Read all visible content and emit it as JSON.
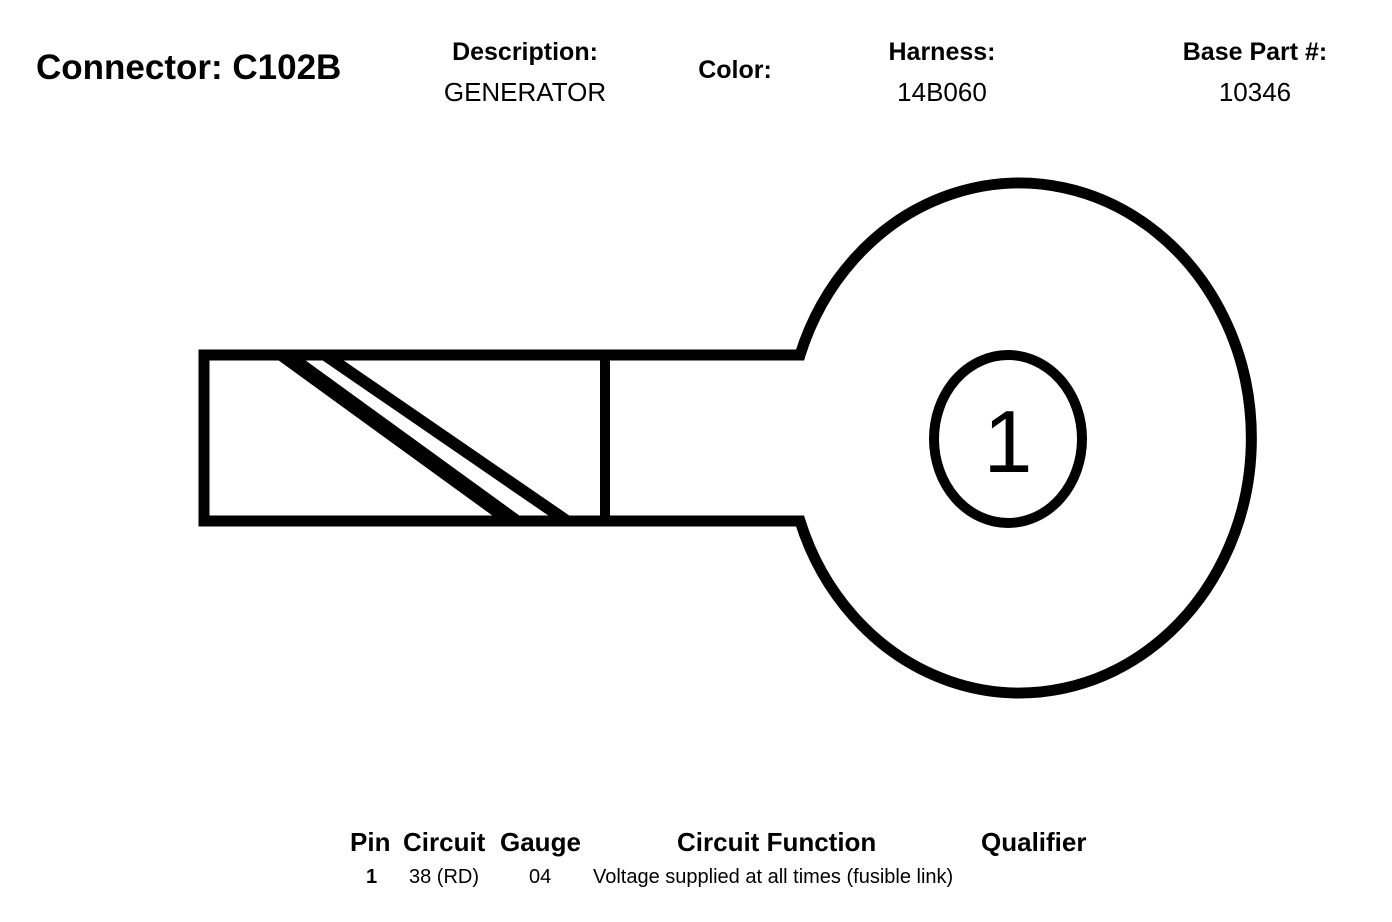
{
  "header": {
    "connector_title": "Connector: C102B",
    "description_label": "Description:",
    "description_value": "GENERATOR",
    "color_label": "Color:",
    "harness_label": "Harness:",
    "harness_value": "14B060",
    "base_part_label": "Base Part #:",
    "base_part_value": "10346"
  },
  "diagram": {
    "pin_label": "1"
  },
  "pin_table": {
    "headers": {
      "pin": "Pin",
      "circuit": "Circuit",
      "gauge": "Gauge",
      "circuit_function": "Circuit Function",
      "qualifier": "Qualifier"
    },
    "rows": [
      {
        "pin": "1",
        "circuit": "38 (RD)",
        "gauge": "04",
        "circuit_function": "Voltage supplied at all times (fusible link)",
        "qualifier": ""
      }
    ]
  }
}
